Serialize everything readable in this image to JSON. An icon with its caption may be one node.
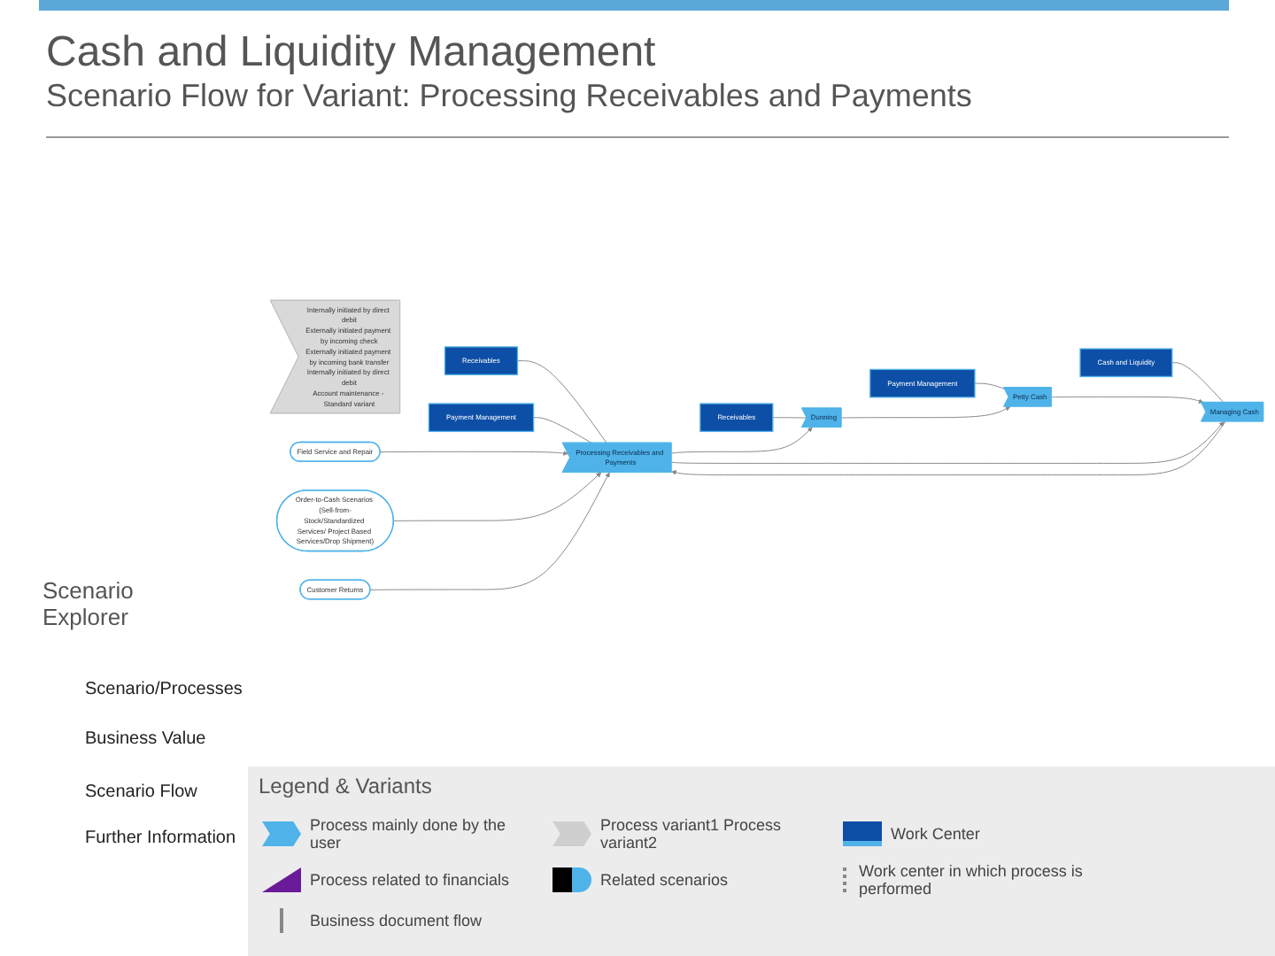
{
  "diagram": {
    "title": "Cash and Liquidity Management",
    "nodes": [
      {
        "text": [
          "Receivables"
        ]
      },
      {
        "text": [
          "Payment Management"
        ]
      },
      {
        "text": [
          "Receivables"
        ]
      },
      {
        "text": [
          "Payment Management"
        ]
      },
      {
        "text": [
          "Cash and Liquidity"
        ]
      },
      {
        "text": [
          "Processing Receivables and Payments"
        ]
      },
      {
        "text": [
          "Dunning"
        ]
      },
      {
        "text": [
          "Petty Cash"
        ]
      },
      {
        "text": [
          "Managing Cash"
        ]
      },
      {
        "text": [
          "Internally initiated by direct debit",
          "Externally initiated payment by incoming check",
          "Externally initiated payment by incoming bank transfer",
          "Internally initiated by direct debit",
          "Account maintenance - Standard variant"
        ]
      },
      {
        "text": [
          "Field Service and Repair"
        ]
      },
      {
        "text": [
          "Order-to-Cash Scenarios (Sell-from-Stock/Standardized Services/ Project Based Services/Drop Shipment)"
        ]
      },
      {
        "text": [
          "Customer Returns"
        ]
      }
    ],
    "edges": [
      {
        "from": 0,
        "to": 5,
        "arrow": "none"
      },
      {
        "from": 1,
        "to": 5,
        "arrow": "none"
      },
      {
        "from": 2,
        "to": 6,
        "arrow": "none"
      },
      {
        "from": 3,
        "to": 7,
        "arrow": "none"
      },
      {
        "from": 4,
        "to": 8,
        "arrow": "none"
      },
      {
        "from": 5,
        "to": 6,
        "arrow": "to"
      },
      {
        "from": 6,
        "to": 7,
        "arrow": "to"
      },
      {
        "from": 7,
        "to": 8,
        "arrow": "to"
      },
      {
        "from": 8,
        "to": 5,
        "arrow": "to"
      },
      {
        "from": 5,
        "to": 8,
        "arrow": "to"
      },
      {
        "from": 10,
        "to": 5,
        "arrow": "to"
      },
      {
        "from": 11,
        "to": 5,
        "arrow": "to"
      },
      {
        "from": 12,
        "to": 5,
        "arrow": "to"
      }
    ],
    "labels": [
      "Scenario Flow for Variant: Processing Receivables and Payments",
      "Scenario Explorer",
      "Scenario/Processes",
      "Business Value",
      "Scenario Flow",
      "Further Information",
      "Legend & Variants"
    ],
    "legend": [
      {
        "text": "Process mainly done by the user"
      },
      {
        "text": "Process variant1 Process variant2"
      },
      {
        "text": "Work Center"
      },
      {
        "text": "Process related to financials"
      },
      {
        "text": "Related scenarios"
      },
      {
        "text": "Work center in which process is performed"
      },
      {
        "text": "Business document flow"
      }
    ]
  }
}
